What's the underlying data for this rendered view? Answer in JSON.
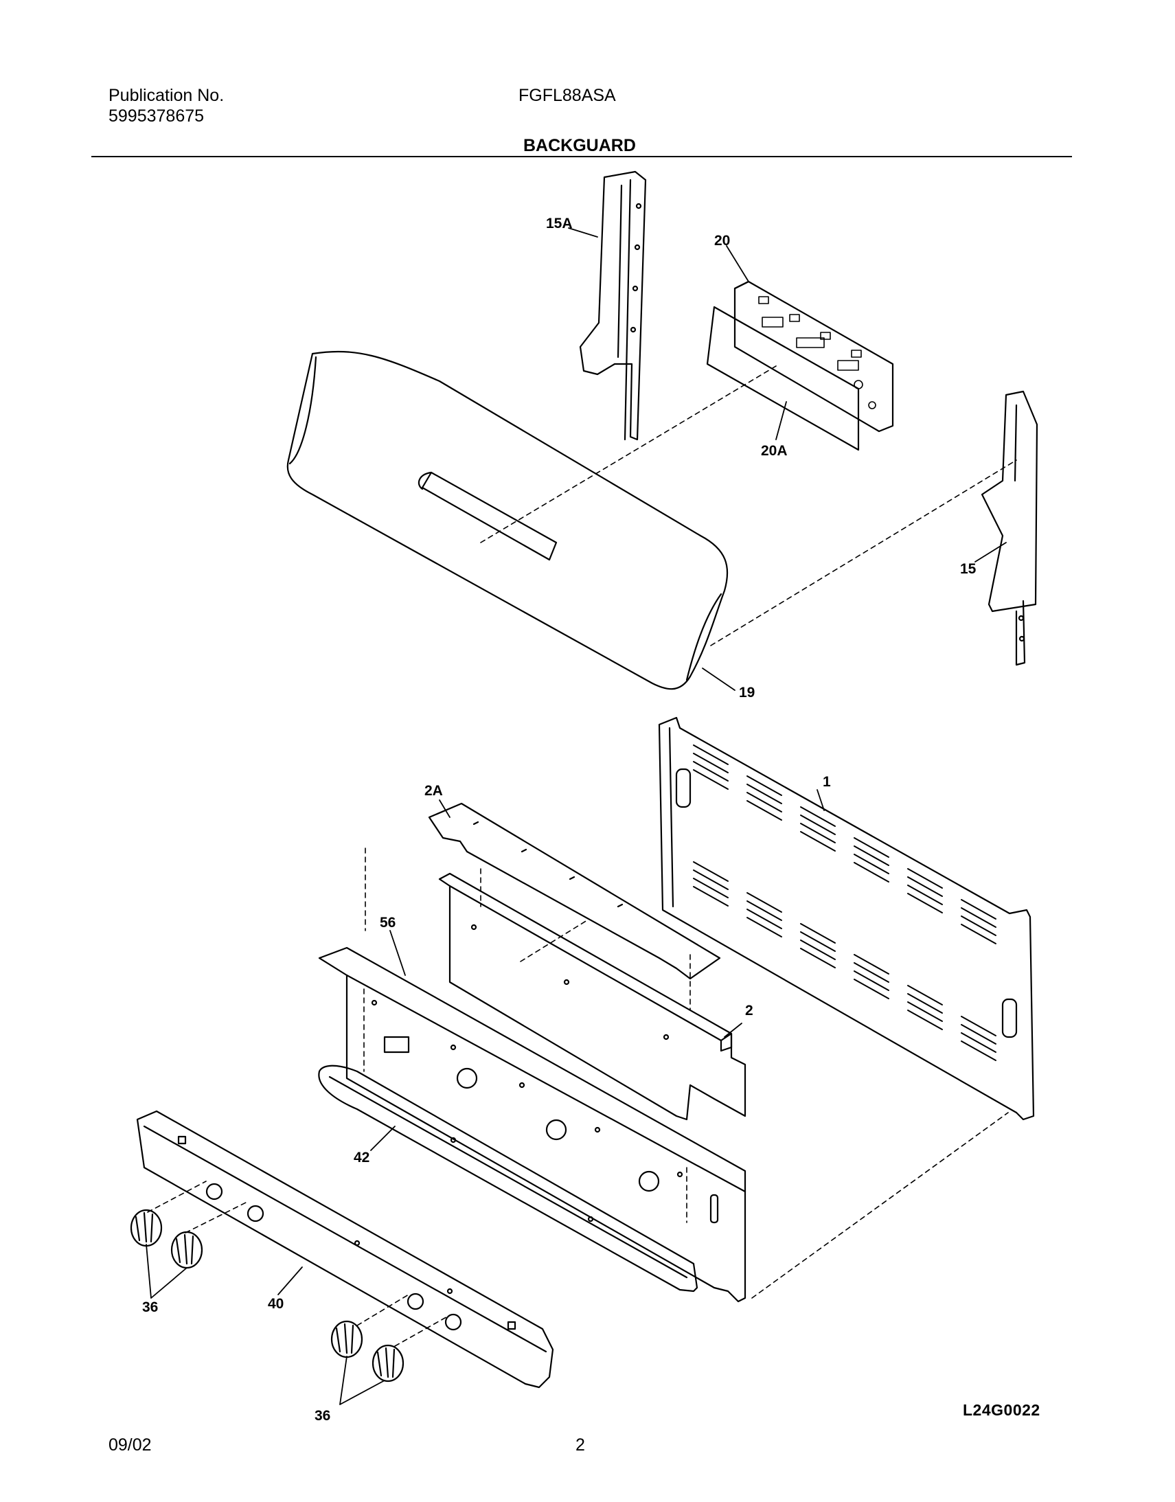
{
  "header": {
    "publication_label": "Publication No.",
    "publication_number": "5995378675",
    "model": "FGFL88ASA",
    "section_title": "BACKGUARD"
  },
  "callouts": {
    "p15a": "15A",
    "p20": "20",
    "p20a": "20A",
    "p15": "15",
    "p19": "19",
    "p1": "1",
    "p2a": "2A",
    "p56": "56",
    "p2": "2",
    "p42": "42",
    "p36_left": "36",
    "p40": "40",
    "p36_right": "36"
  },
  "diagram_code": "L24G0022",
  "footer": {
    "date": "09/02",
    "page": "2"
  }
}
